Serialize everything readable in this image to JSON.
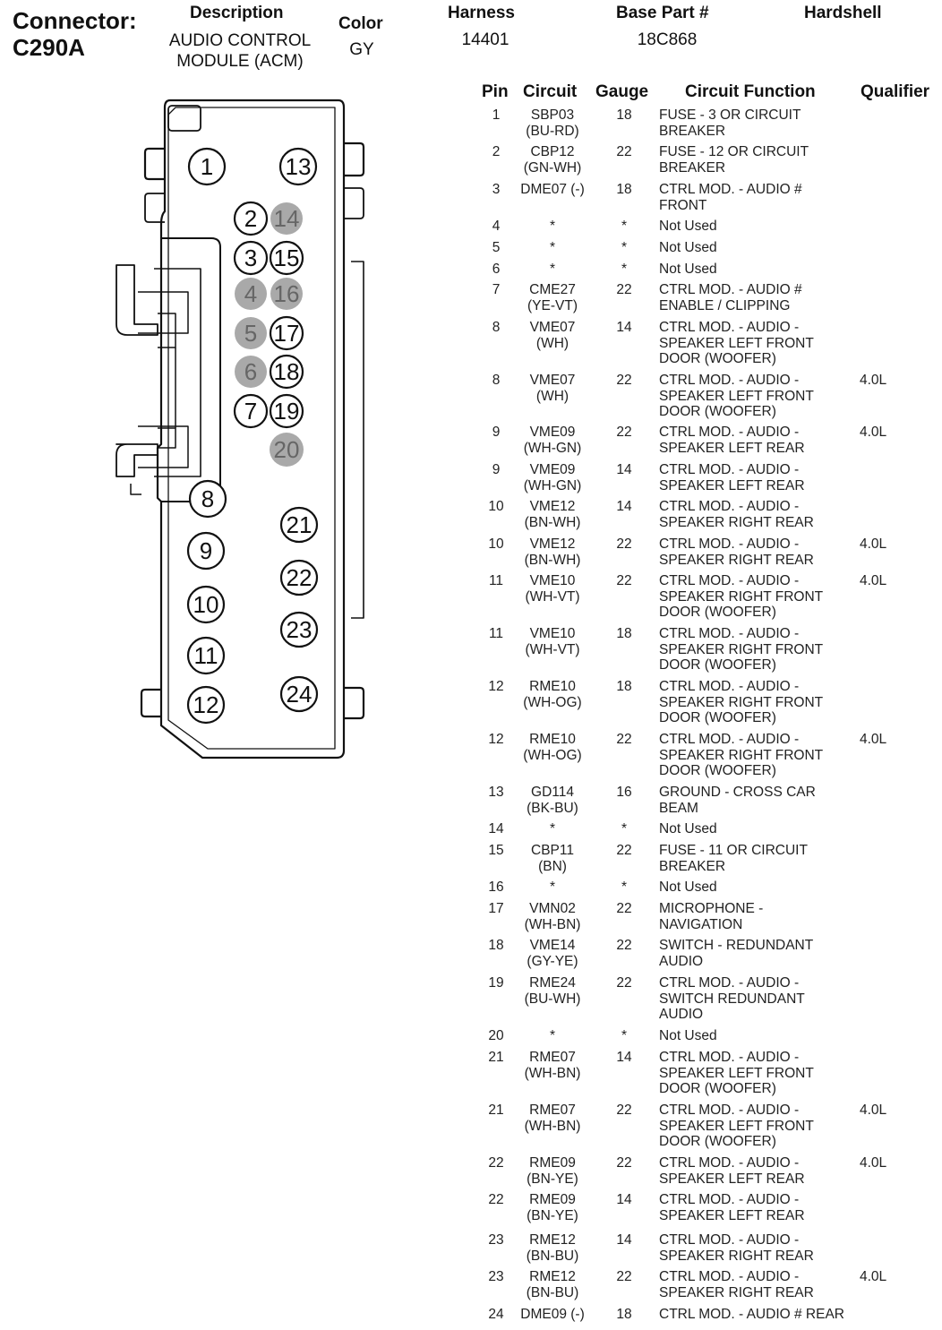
{
  "connector": {
    "label": "Connector:",
    "id": "C290A"
  },
  "header": {
    "description_label": "Description",
    "description_value": "AUDIO CONTROL\nMODULE (ACM)",
    "color_label": "Color",
    "color_value": "GY",
    "harness_label": "Harness",
    "harness_value": "14401",
    "base_part_label": "Base Part #",
    "base_part_value": "18C868",
    "hardshell_label": "Hardshell"
  },
  "table": {
    "columns": [
      "Pin",
      "Circuit",
      "Gauge",
      "Circuit Function",
      "Qualifier"
    ],
    "rows": [
      {
        "pin": "1",
        "circuit": "SBP03\n(BU-RD)",
        "gauge": "18",
        "function": "FUSE - 3 OR CIRCUIT\nBREAKER",
        "qualifier": ""
      },
      {
        "pin": "2",
        "circuit": "CBP12\n(GN-WH)",
        "gauge": "22",
        "function": "FUSE - 12 OR CIRCUIT\nBREAKER",
        "qualifier": ""
      },
      {
        "pin": "3",
        "circuit": "DME07 (-)",
        "gauge": "18",
        "function": "CTRL MOD. - AUDIO #\nFRONT",
        "qualifier": ""
      },
      {
        "pin": "4",
        "circuit": "*",
        "gauge": "*",
        "function": "Not Used",
        "qualifier": ""
      },
      {
        "pin": "5",
        "circuit": "*",
        "gauge": "*",
        "function": "Not Used",
        "qualifier": ""
      },
      {
        "pin": "6",
        "circuit": "*",
        "gauge": "*",
        "function": "Not Used",
        "qualifier": ""
      },
      {
        "pin": "7",
        "circuit": "CME27\n(YE-VT)",
        "gauge": "22",
        "function": "CTRL MOD. - AUDIO #\nENABLE / CLIPPING",
        "qualifier": ""
      },
      {
        "pin": "8",
        "circuit": "VME07\n(WH)",
        "gauge": "14",
        "function": "CTRL MOD. - AUDIO -\nSPEAKER LEFT FRONT\nDOOR (WOOFER)",
        "qualifier": ""
      },
      {
        "pin": "8",
        "circuit": "VME07\n(WH)",
        "gauge": "22",
        "function": "CTRL MOD. - AUDIO -\nSPEAKER LEFT FRONT\nDOOR (WOOFER)",
        "qualifier": "4.0L"
      },
      {
        "pin": "9",
        "circuit": "VME09\n(WH-GN)",
        "gauge": "22",
        "function": "CTRL MOD. - AUDIO -\nSPEAKER LEFT REAR",
        "qualifier": "4.0L"
      },
      {
        "pin": "9",
        "circuit": "VME09\n(WH-GN)",
        "gauge": "14",
        "function": "CTRL MOD. - AUDIO -\nSPEAKER LEFT REAR",
        "qualifier": ""
      },
      {
        "pin": "10",
        "circuit": "VME12\n(BN-WH)",
        "gauge": "14",
        "function": "CTRL MOD. - AUDIO -\nSPEAKER RIGHT REAR",
        "qualifier": ""
      },
      {
        "pin": "10",
        "circuit": "VME12\n(BN-WH)",
        "gauge": "22",
        "function": "CTRL MOD. - AUDIO -\nSPEAKER RIGHT REAR",
        "qualifier": "4.0L"
      },
      {
        "pin": "11",
        "circuit": "VME10\n(WH-VT)",
        "gauge": "22",
        "function": "CTRL MOD. - AUDIO -\nSPEAKER RIGHT FRONT\nDOOR (WOOFER)",
        "qualifier": "4.0L"
      },
      {
        "pin": "11",
        "circuit": "VME10\n(WH-VT)",
        "gauge": "18",
        "function": "CTRL MOD. - AUDIO -\nSPEAKER RIGHT FRONT\nDOOR (WOOFER)",
        "qualifier": ""
      },
      {
        "pin": "12",
        "circuit": "RME10\n(WH-OG)",
        "gauge": "18",
        "function": "CTRL MOD. - AUDIO -\nSPEAKER RIGHT FRONT\nDOOR (WOOFER)",
        "qualifier": ""
      },
      {
        "pin": "12",
        "circuit": "RME10\n(WH-OG)",
        "gauge": "22",
        "function": "CTRL MOD. - AUDIO -\nSPEAKER RIGHT FRONT\nDOOR (WOOFER)",
        "qualifier": "4.0L"
      },
      {
        "pin": "13",
        "circuit": "GD114\n(BK-BU)",
        "gauge": "16",
        "function": "GROUND - CROSS CAR\nBEAM",
        "qualifier": ""
      },
      {
        "pin": "14",
        "circuit": "*",
        "gauge": "*",
        "function": "Not Used",
        "qualifier": ""
      },
      {
        "pin": "15",
        "circuit": "CBP11\n(BN)",
        "gauge": "22",
        "function": "FUSE - 11 OR CIRCUIT\nBREAKER",
        "qualifier": ""
      },
      {
        "pin": "16",
        "circuit": "*",
        "gauge": "*",
        "function": "Not Used",
        "qualifier": ""
      },
      {
        "pin": "17",
        "circuit": "VMN02\n(WH-BN)",
        "gauge": "22",
        "function": "MICROPHONE -\nNAVIGATION",
        "qualifier": ""
      },
      {
        "pin": "18",
        "circuit": "VME14\n(GY-YE)",
        "gauge": "22",
        "function": "SWITCH - REDUNDANT\nAUDIO",
        "qualifier": ""
      },
      {
        "pin": "19",
        "circuit": "RME24\n(BU-WH)",
        "gauge": "22",
        "function": "CTRL MOD. - AUDIO -\nSWITCH REDUNDANT\nAUDIO",
        "qualifier": ""
      },
      {
        "pin": "20",
        "circuit": "*",
        "gauge": "*",
        "function": "Not Used",
        "qualifier": ""
      },
      {
        "pin": "21",
        "circuit": "RME07\n(WH-BN)",
        "gauge": "14",
        "function": "CTRL MOD. - AUDIO -\nSPEAKER LEFT FRONT\nDOOR (WOOFER)",
        "qualifier": ""
      },
      {
        "pin": "21",
        "circuit": "RME07\n(WH-BN)",
        "gauge": "22",
        "function": "CTRL MOD. - AUDIO -\nSPEAKER LEFT FRONT\nDOOR (WOOFER)",
        "qualifier": "4.0L"
      },
      {
        "pin": "22",
        "circuit": "RME09\n(BN-YE)",
        "gauge": "22",
        "function": "CTRL MOD. - AUDIO -\nSPEAKER LEFT REAR",
        "qualifier": "4.0L"
      },
      {
        "pin": "22",
        "circuit": "RME09\n(BN-YE)",
        "gauge": "14",
        "function": "CTRL MOD. - AUDIO -\nSPEAKER LEFT REAR",
        "qualifier": ""
      },
      {
        "pin": "23",
        "circuit": "RME12\n(BN-BU)",
        "gauge": "14",
        "function": "CTRL MOD. - AUDIO -\nSPEAKER RIGHT REAR",
        "qualifier": ""
      },
      {
        "pin": "23",
        "circuit": "RME12\n(BN-BU)",
        "gauge": "22",
        "function": "CTRL MOD. - AUDIO -\nSPEAKER RIGHT REAR",
        "qualifier": "4.0L"
      },
      {
        "pin": "24",
        "circuit": "DME09 (-)",
        "gauge": "18",
        "function": "CTRL MOD. - AUDIO # REAR",
        "qualifier": ""
      }
    ]
  },
  "pins": [
    {
      "num": "1",
      "unused": false
    },
    {
      "num": "2",
      "unused": false
    },
    {
      "num": "3",
      "unused": false
    },
    {
      "num": "4",
      "unused": true
    },
    {
      "num": "5",
      "unused": true
    },
    {
      "num": "6",
      "unused": true
    },
    {
      "num": "7",
      "unused": false
    },
    {
      "num": "8",
      "unused": false
    },
    {
      "num": "9",
      "unused": false
    },
    {
      "num": "10",
      "unused": false
    },
    {
      "num": "11",
      "unused": false
    },
    {
      "num": "12",
      "unused": false
    },
    {
      "num": "13",
      "unused": false
    },
    {
      "num": "14",
      "unused": true
    },
    {
      "num": "15",
      "unused": false
    },
    {
      "num": "16",
      "unused": true
    },
    {
      "num": "17",
      "unused": false
    },
    {
      "num": "18",
      "unused": false
    },
    {
      "num": "19",
      "unused": false
    },
    {
      "num": "20",
      "unused": true
    },
    {
      "num": "21",
      "unused": false
    },
    {
      "num": "22",
      "unused": false
    },
    {
      "num": "23",
      "unused": false
    },
    {
      "num": "24",
      "unused": false
    }
  ],
  "colors": {
    "unused_pin_fill": "#a9a9a9",
    "line": "#111111"
  }
}
